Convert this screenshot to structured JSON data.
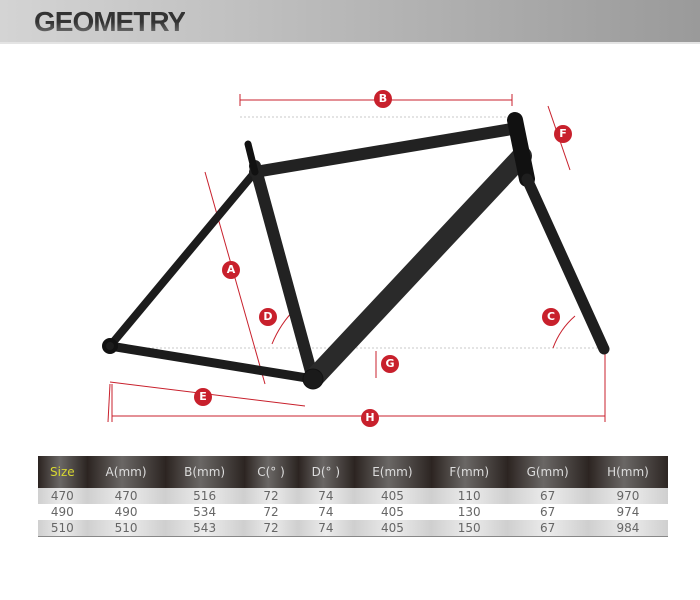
{
  "title": "GEOMETRY",
  "labels": [
    "A",
    "B",
    "C",
    "D",
    "E",
    "F",
    "G",
    "H"
  ],
  "table": {
    "headers": [
      "Size",
      "A(mm)",
      "B(mm)",
      "C(° )",
      "D(° )",
      "E(mm)",
      "F(mm)",
      "G(mm)",
      "H(mm)"
    ],
    "rows": [
      [
        "470",
        "470",
        "516",
        "72",
        "74",
        "405",
        "110",
        "67",
        "970"
      ],
      [
        "490",
        "490",
        "534",
        "72",
        "74",
        "405",
        "130",
        "67",
        "974"
      ],
      [
        "510",
        "510",
        "543",
        "72",
        "74",
        "405",
        "150",
        "67",
        "984"
      ]
    ]
  },
  "colors": {
    "accent": "#c8202c",
    "size_header": "#d8d830"
  }
}
